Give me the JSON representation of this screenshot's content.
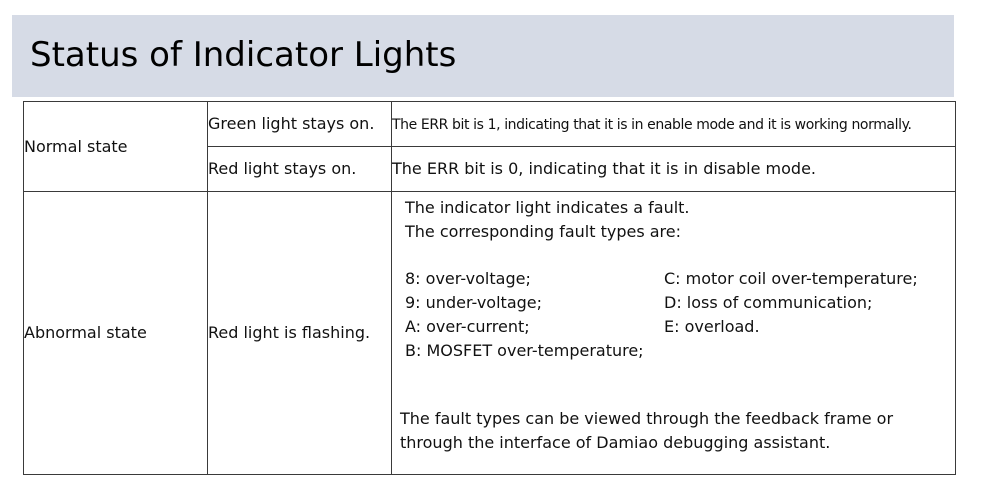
{
  "title": "Status of Indicator Lights",
  "colors": {
    "title_bar_bg": "#d6dbe6",
    "border": "#3a3a3a"
  },
  "rows": {
    "normal": {
      "state": "Normal state",
      "green": {
        "light": "Green light stays on.",
        "description": "The ERR bit is 1, indicating that it is in enable mode and it is working normally."
      },
      "red": {
        "light": "Red light stays on.",
        "description": "The ERR bit is 0, indicating that it is in disable mode."
      }
    },
    "abnormal": {
      "state": "Abnormal state",
      "light": "Red light is flashing.",
      "intro": "The indicator light indicates a fault.",
      "intro2": "The corresponding fault types are:",
      "faults_left": [
        "8: over-voltage;",
        "9: under-voltage;",
        "A: over-current;",
        "B: MOSFET over-temperature;"
      ],
      "faults_right": [
        "C: motor coil over-temperature;",
        "D: loss of communication;",
        "E: overload."
      ],
      "footer_line1": "The fault types can be viewed through the feedback frame or",
      "footer_line2": "through the interface of Damiao debugging assistant."
    }
  }
}
